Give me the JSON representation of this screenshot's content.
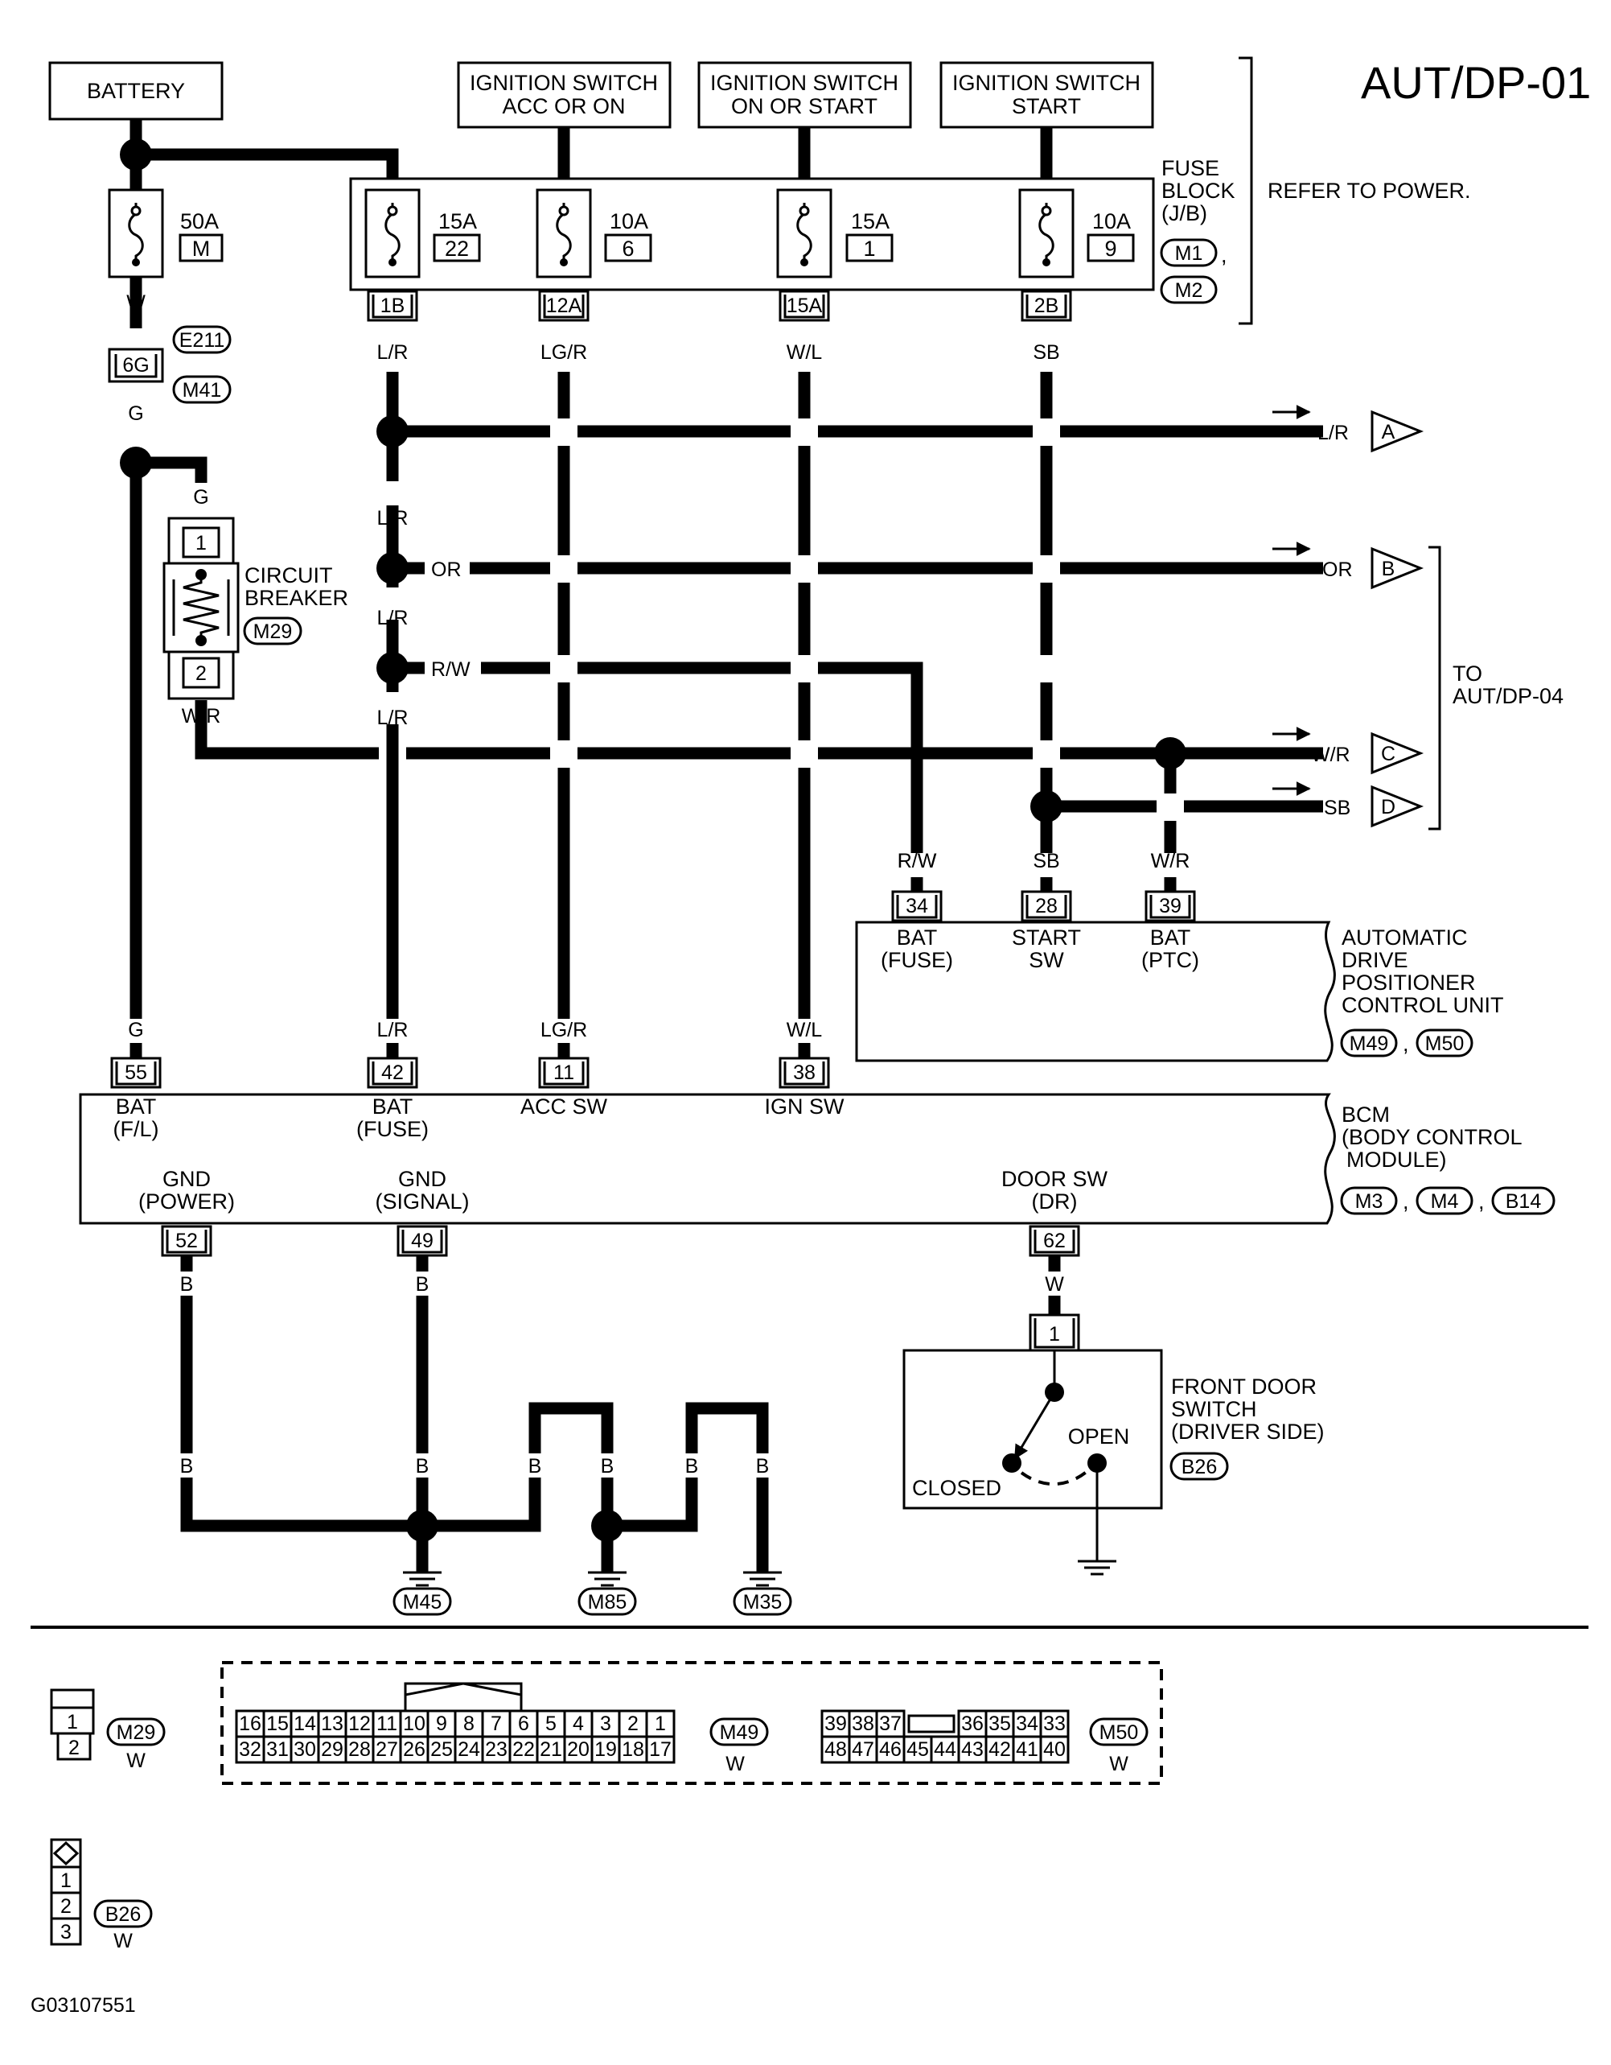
{
  "page": {
    "code": "AUT/DP-01",
    "figure_id": "G03107551"
  },
  "sources": {
    "battery": "BATTERY",
    "ign_acc_on": [
      "IGNITION SWITCH",
      "ACC OR ON"
    ],
    "ign_on_start": [
      "IGNITION SWITCH",
      "ON OR START"
    ],
    "ign_start": [
      "IGNITION SWITCH",
      "START"
    ]
  },
  "fuse_block": {
    "label": [
      "FUSE",
      "BLOCK",
      "(J/B)"
    ],
    "connectors": [
      "M1",
      "M2"
    ],
    "comma": ",",
    "note": "REFER TO POWER.",
    "fuses": [
      {
        "rating": "15A",
        "number": "22",
        "terminal": "1B"
      },
      {
        "rating": "10A",
        "number": "6",
        "terminal": "12A"
      },
      {
        "rating": "15A",
        "number": "1",
        "terminal": "15A"
      },
      {
        "rating": "10A",
        "number": "9",
        "terminal": "2B"
      }
    ]
  },
  "main_fuse": {
    "rating": "50A",
    "number": "M"
  },
  "harness_connector": {
    "terminal": "6G",
    "connectors": [
      "E211",
      "M41"
    ]
  },
  "circuit_breaker": {
    "label": [
      "CIRCUIT",
      "BREAKER"
    ],
    "connector": "M29",
    "pins": [
      "1",
      "2"
    ]
  },
  "wire_colors": {
    "w": "W",
    "g": "G",
    "lr": "L/R",
    "lgr": "LG/R",
    "wl": "W/L",
    "sb": "SB",
    "or": "OR",
    "rw": "R/W",
    "wr": "W/R",
    "b": "B"
  },
  "connections": [
    {
      "color": "L/R",
      "ref": "A"
    },
    {
      "color": "OR",
      "ref": "B"
    },
    {
      "color": "W/R",
      "ref": "C"
    },
    {
      "color": "SB",
      "ref": "D"
    }
  ],
  "to_label": [
    "TO",
    "AUT/DP-04"
  ],
  "adp_unit": {
    "label": [
      "AUTOMATIC",
      "DRIVE",
      "POSITIONER",
      "CONTROL UNIT"
    ],
    "connectors": [
      "M49",
      "M50"
    ],
    "comma": ",",
    "terminals": [
      {
        "pin": "34",
        "wire": "R/W",
        "name": [
          "BAT",
          "(FUSE)"
        ]
      },
      {
        "pin": "28",
        "wire": "SB",
        "name": [
          "START",
          "SW"
        ]
      },
      {
        "pin": "39",
        "wire": "W/R",
        "name": [
          "BAT",
          "(PTC)"
        ]
      }
    ]
  },
  "bcm": {
    "label": [
      "BCM",
      "(BODY CONTROL",
      "MODULE)"
    ],
    "connectors": [
      "M3",
      "M4",
      "B14"
    ],
    "comma": ",",
    "inputs": [
      {
        "pin": "55",
        "wire": "G",
        "name": [
          "BAT",
          "(F/L)"
        ]
      },
      {
        "pin": "42",
        "wire": "L/R",
        "name": [
          "BAT",
          "(FUSE)"
        ]
      },
      {
        "pin": "11",
        "wire": "LG/R",
        "name": [
          "ACC SW"
        ]
      },
      {
        "pin": "38",
        "wire": "W/L",
        "name": [
          "IGN SW"
        ]
      }
    ],
    "outputs": [
      {
        "pin": "52",
        "wire": "B",
        "name": [
          "GND",
          "(POWER)"
        ]
      },
      {
        "pin": "49",
        "wire": "B",
        "name": [
          "GND",
          "(SIGNAL)"
        ]
      },
      {
        "pin": "62",
        "wire": "W",
        "name": [
          "DOOR SW",
          "(DR)"
        ]
      }
    ]
  },
  "door_switch": {
    "label": [
      "FRONT DOOR",
      "SWITCH",
      "(DRIVER SIDE)"
    ],
    "connector": "B26",
    "pin": "1",
    "open": "OPEN",
    "closed": "CLOSED"
  },
  "grounds": [
    "M45",
    "M85",
    "M35"
  ],
  "connector_views": {
    "m29": {
      "id": "M29",
      "color": "W",
      "pins": [
        "1",
        "2"
      ]
    },
    "m49": {
      "id": "M49",
      "color": "W",
      "top": [
        "16",
        "15",
        "14",
        "13",
        "12",
        "11",
        "10",
        "9",
        "8",
        "7",
        "6",
        "5",
        "4",
        "3",
        "2",
        "1"
      ],
      "bottom": [
        "32",
        "31",
        "30",
        "29",
        "28",
        "27",
        "26",
        "25",
        "24",
        "23",
        "22",
        "21",
        "20",
        "19",
        "18",
        "17"
      ]
    },
    "m50": {
      "id": "M50",
      "color": "W",
      "top": [
        "39",
        "38",
        "37",
        "",
        "36",
        "35",
        "34",
        "33"
      ],
      "bottom": [
        "48",
        "47",
        "46",
        "45",
        "44",
        "43",
        "42",
        "41",
        "40"
      ]
    },
    "b26": {
      "id": "B26",
      "color": "W",
      "pins": [
        "1",
        "2",
        "3"
      ]
    }
  }
}
